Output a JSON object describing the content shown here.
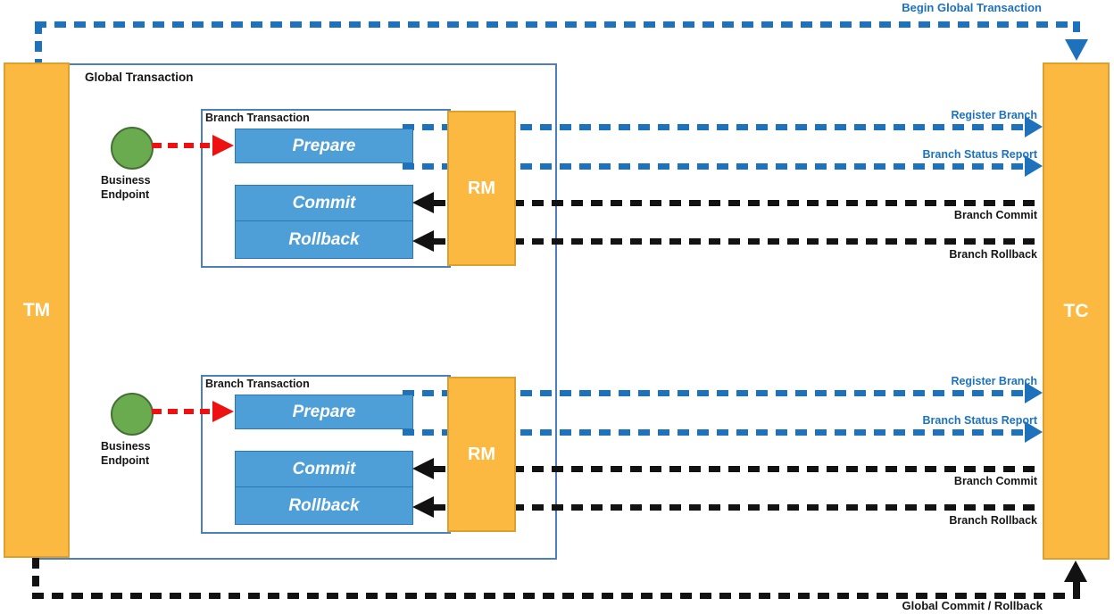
{
  "diagram": {
    "tm_label": "TM",
    "tc_label": "TC",
    "global_transaction_label": "Global Transaction",
    "begin_global_transaction_label": "Begin Global Transaction",
    "global_commit_rollback_label": "Global Commit / Rollback",
    "branches": [
      {
        "branch_transaction_label": "Branch Transaction",
        "business_endpoint_label": "Business Endpoint",
        "prepare_label": "Prepare",
        "commit_label": "Commit",
        "rollback_label": "Rollback",
        "rm_label": "RM",
        "register_branch_label": "Register Branch",
        "branch_status_report_label": "Branch Status Report",
        "branch_commit_label": "Branch Commit",
        "branch_rollback_label": "Branch Rollback"
      },
      {
        "branch_transaction_label": "Branch Transaction",
        "business_endpoint_label": "Business Endpoint",
        "prepare_label": "Prepare",
        "commit_label": "Commit",
        "rollback_label": "Rollback",
        "rm_label": "RM",
        "register_branch_label": "Register Branch",
        "branch_status_report_label": "Branch Status Report",
        "branch_commit_label": "Branch Commit",
        "branch_rollback_label": "Branch Rollback"
      }
    ],
    "colors": {
      "orange_fill": "#FBB942",
      "orange_border": "#DBA02F",
      "blue_box_fill": "#4E9FD8",
      "blue_box_border": "#2E75B6",
      "container_border": "#4D7EBD",
      "blue_line": "#1E72BC",
      "black_line": "#121212",
      "green_fill": "#6BAB50",
      "green_border": "#456F35",
      "red_arrow": "#EE1111"
    }
  }
}
